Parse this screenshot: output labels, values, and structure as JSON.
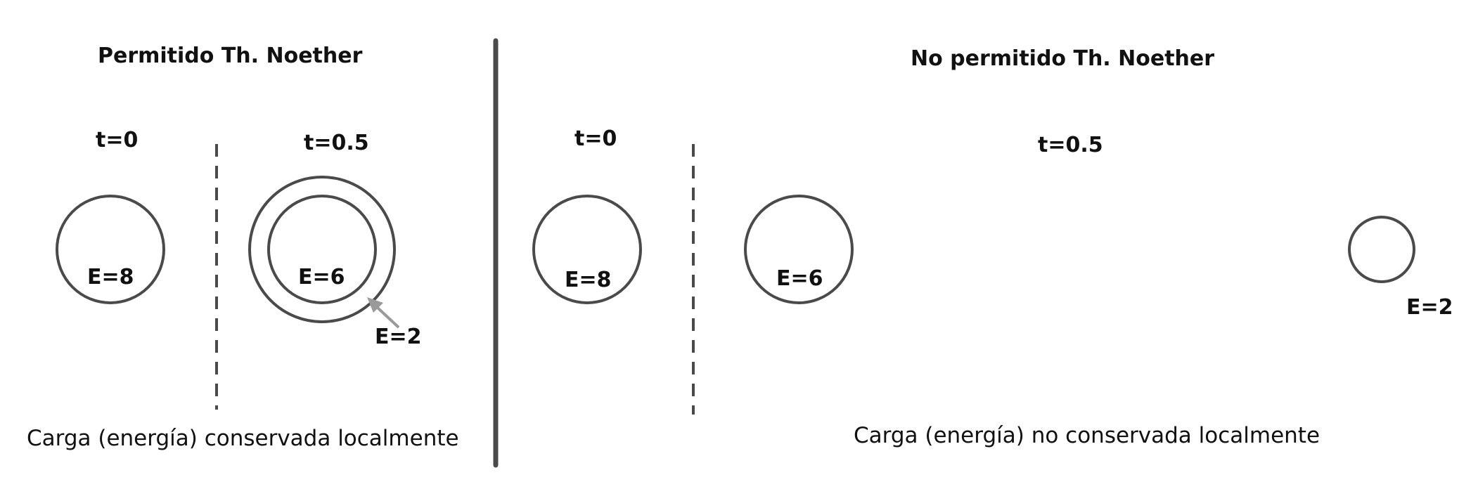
{
  "left_panel": {
    "title": "Permitido Th. Noether",
    "time_before": "t=0",
    "time_after": "t=0.5",
    "energy_initial": "E=8",
    "energy_inner": "E=6",
    "energy_shell": "E=2",
    "caption": "Carga (energía) conservada localmente"
  },
  "right_panel": {
    "title": "No permitido Th. Noether",
    "time_before": "t=0",
    "time_after": "t=0.5",
    "energy_initial": "E=8",
    "energy_near": "E=6",
    "energy_far": "E=2",
    "caption": "Carga (energía) no conservada localmente"
  },
  "colors": {
    "stroke": "#4a4a4a",
    "arrow": "#9a9a9a",
    "text": "#111111"
  }
}
